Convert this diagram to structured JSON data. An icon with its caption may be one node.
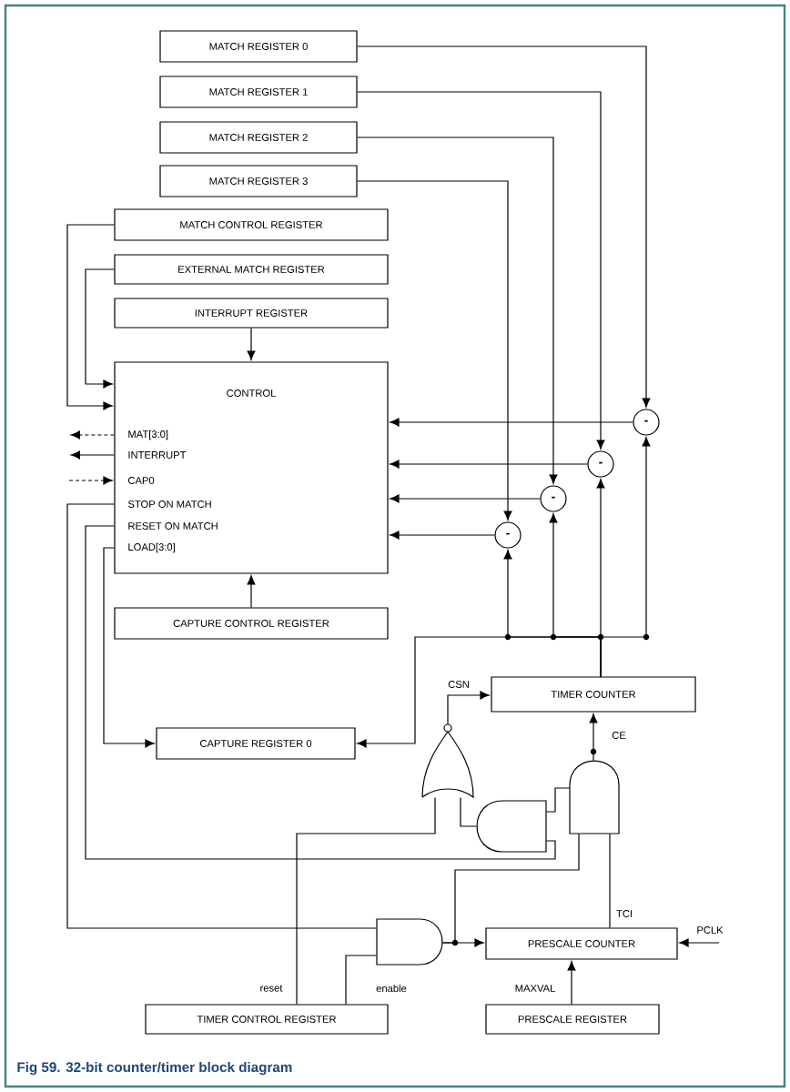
{
  "diagram": {
    "caption": "Fig 59. 32-bit counter/timer block diagram",
    "nodes": [
      {
        "text": [
          "MATCH REGISTER 0"
        ]
      },
      {
        "text": [
          "MATCH REGISTER 1"
        ]
      },
      {
        "text": [
          "MATCH REGISTER 2"
        ]
      },
      {
        "text": [
          "MATCH REGISTER 3"
        ]
      },
      {
        "text": [
          "MATCH CONTROL REGISTER"
        ]
      },
      {
        "text": [
          "EXTERNAL MATCH REGISTER"
        ]
      },
      {
        "text": [
          "INTERRUPT REGISTER"
        ]
      },
      {
        "text": [
          "CONTROL",
          "MAT[3:0]",
          "INTERRUPT",
          "CAP0",
          "STOP ON MATCH",
          "RESET ON MATCH",
          "LOAD[3:0]"
        ]
      },
      {
        "text": [
          "-"
        ]
      },
      {
        "text": [
          "-"
        ]
      },
      {
        "text": [
          "-"
        ]
      },
      {
        "text": [
          "-"
        ]
      },
      {
        "text": [
          "CAPTURE CONTROL REGISTER"
        ]
      },
      {
        "text": [
          "TIMER COUNTER"
        ]
      },
      {
        "text": [
          "CAPTURE REGISTER 0"
        ]
      },
      {
        "text": [],
        "shape": "or"
      },
      {
        "text": [],
        "shape": "and"
      },
      {
        "text": [],
        "shape": "and"
      },
      {
        "text": [],
        "shape": "and"
      },
      {
        "text": [
          "PRESCALE COUNTER"
        ]
      },
      {
        "text": [
          "TIMER CONTROL REGISTER"
        ]
      },
      {
        "text": [
          "PRESCALE REGISTER"
        ]
      }
    ],
    "edges": [
      {
        "from": 0,
        "to": 8,
        "arrow": "to"
      },
      {
        "from": 1,
        "to": 9,
        "arrow": "to"
      },
      {
        "from": 2,
        "to": 10,
        "arrow": "to"
      },
      {
        "from": 3,
        "to": 11,
        "arrow": "to"
      },
      {
        "from": 8,
        "to": 7,
        "arrow": "to"
      },
      {
        "from": 9,
        "to": 7,
        "arrow": "to"
      },
      {
        "from": 10,
        "to": 7,
        "arrow": "to"
      },
      {
        "from": 11,
        "to": 7,
        "arrow": "to"
      },
      {
        "from": 4,
        "to": 7,
        "arrow": "to"
      },
      {
        "from": 5,
        "to": 7,
        "arrow": "to"
      },
      {
        "from": 6,
        "to": 7,
        "arrow": "to"
      },
      {
        "from": 12,
        "to": 7,
        "arrow": "to"
      },
      {
        "from": 7,
        "to": null,
        "arrow": "to",
        "style": "dashed"
      },
      {
        "from": 7,
        "to": null,
        "arrow": "to"
      },
      {
        "from": null,
        "to": 7,
        "arrow": "to",
        "style": "dashed"
      },
      {
        "from": 13,
        "to": 8,
        "arrow": "to"
      },
      {
        "from": 13,
        "to": 9,
        "arrow": "to"
      },
      {
        "from": 13,
        "to": 10,
        "arrow": "to"
      },
      {
        "from": 13,
        "to": 11,
        "arrow": "to"
      },
      {
        "from": 13,
        "to": 14,
        "arrow": "to"
      },
      {
        "from": 7,
        "to": 14,
        "arrow": "to"
      },
      {
        "from": 7,
        "to": 18,
        "arrow": "none"
      },
      {
        "from": 7,
        "to": 16,
        "arrow": "none"
      },
      {
        "from": 15,
        "to": 13,
        "arrow": "to",
        "label": "CSN"
      },
      {
        "from": 17,
        "to": 13,
        "arrow": "to",
        "label": "CE"
      },
      {
        "from": 17,
        "to": 16,
        "arrow": "none"
      },
      {
        "from": 16,
        "to": 15,
        "arrow": "none"
      },
      {
        "from": 20,
        "to": 15,
        "arrow": "none",
        "label": "reset"
      },
      {
        "from": 20,
        "to": 18,
        "arrow": "none",
        "label": "enable"
      },
      {
        "from": 18,
        "to": 19,
        "arrow": "to"
      },
      {
        "from": 18,
        "to": 17,
        "arrow": "none"
      },
      {
        "from": 19,
        "to": 17,
        "arrow": "none",
        "label": "TCI"
      },
      {
        "from": null,
        "to": 19,
        "arrow": "to",
        "label": "PCLK"
      },
      {
        "from": 21,
        "to": 19,
        "arrow": "to",
        "label": "MAXVAL"
      }
    ]
  }
}
